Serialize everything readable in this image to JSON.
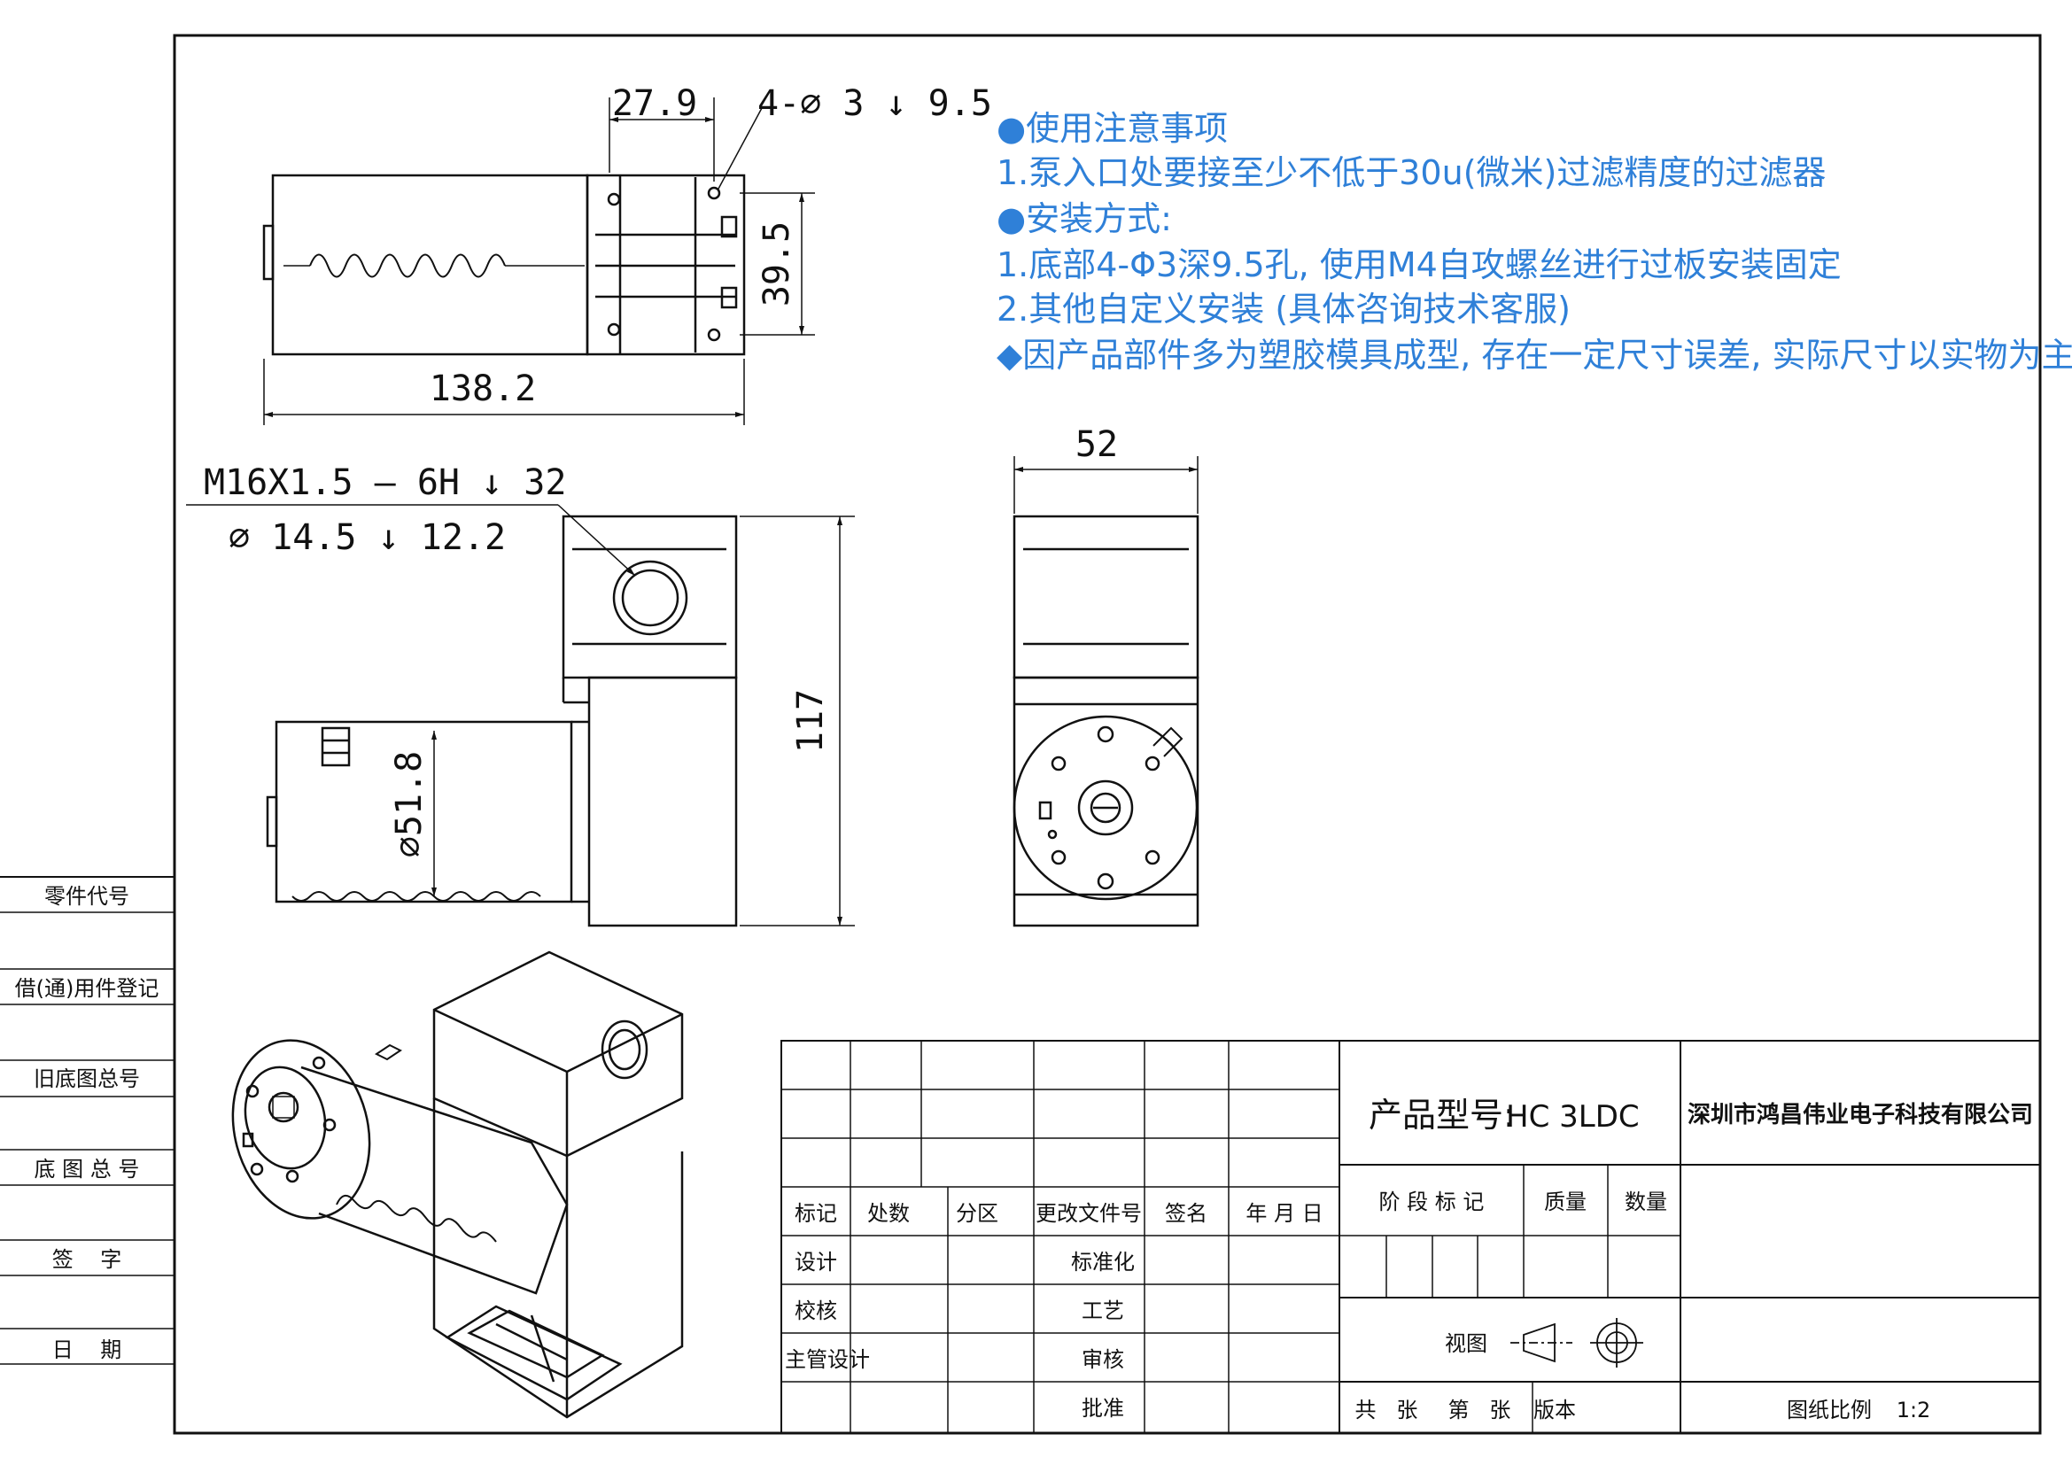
{
  "dimensions": {
    "top_view": {
      "width_279": "27.9",
      "hole_callout": "4-⌀ 3 ↓ 9.5",
      "height_395": "39.5",
      "length_1382": "138.2"
    },
    "front_view": {
      "thread_line1": "M16X1.5 – 6H ↓ 32",
      "thread_line2": "⌀ 14.5 ↓ 12.2",
      "diameter": "⌀51.8",
      "height": "117"
    },
    "side_view": {
      "width": "52"
    }
  },
  "notes": {
    "heading1": "●使用注意事项",
    "item1": "1.泵入口处要接至少不低于30u(微米)过滤精度的过滤器",
    "heading2": "●安装方式:",
    "item2": "1.底部4-Φ3深9.5孔, 使用M4自攻螺丝进行过板安装固定",
    "item3": "2.其他自定义安装 (具体咨询技术客服)",
    "item4": "◆因产品部件多为塑胶模具成型, 存在一定尺寸误差, 实际尺寸以实物为主"
  },
  "side_column": {
    "part_code": "零件代号",
    "borrow_register": "借(通)用件登记",
    "old_base_no": "旧底图总号",
    "base_total_no": "底 图 总 号",
    "signature": "签    字",
    "date": "日    期"
  },
  "title_block": {
    "model_label": "产品型号:",
    "model_value": "HC 3LDC",
    "company": "深圳市鸿昌伟业电子科技有限公司",
    "rev_mark": "标记",
    "rev_count": "处数",
    "rev_zone": "分区",
    "rev_doc": "更改文件号",
    "rev_sign": "签名",
    "rev_date": "年 月 日",
    "design": "设计",
    "standard": "标准化",
    "check": "校核",
    "process": "工艺",
    "chief": "主管设计",
    "review": "审核",
    "approve": "批准",
    "stage_mark": "阶 段 标 记",
    "mass": "质量",
    "quantity": "数量",
    "view": "视图",
    "total_sheets": "共   张",
    "sheet_no": "第   张",
    "version": "版本",
    "scale_label": "图纸比例",
    "scale_value": "1:2"
  }
}
